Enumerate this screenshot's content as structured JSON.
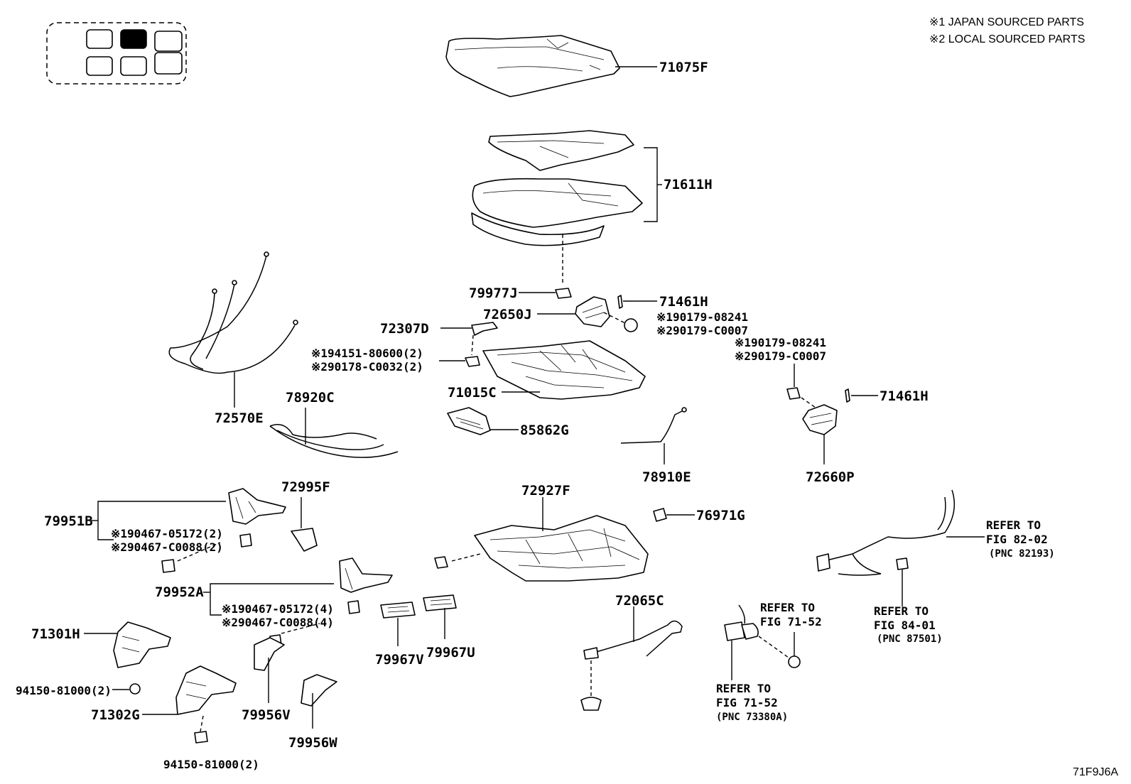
{
  "notes": {
    "line1": "※1 JAPAN SOURCED PARTS",
    "line2": "※2 LOCAL SOURCED PARTS"
  },
  "figure_code": "71F9J6A",
  "seat_locator": {
    "selected_index": 1,
    "seat_count": 6
  },
  "labels": {
    "p71075F": "71075F",
    "p71611H": "71611H",
    "p79977J": "79977J",
    "p71461H_a": "71461H",
    "p72650J": "72650J",
    "p72307D": "72307D",
    "n190179a": "※190179-08241",
    "n290179a": "※290179-C0007",
    "n190179b": "※190179-08241",
    "n290179b": "※290179-C0007",
    "n194151": "※194151-80600(2)",
    "n290178": "※290178-C0032(2)",
    "p71015C": "71015C",
    "p71461H_b": "71461H",
    "p72570E": "72570E",
    "p78920C": "78920C",
    "p85862G": "85862G",
    "p78910E": "78910E",
    "p72660P": "72660P",
    "p72995F": "72995F",
    "p72927F": "72927F",
    "p76971G": "76971G",
    "p79951B": "79951B",
    "n190467a": "※190467-05172(2)",
    "n290467a": "※290467-C0088(2)",
    "p79952A": "79952A",
    "n190467b": "※190467-05172(4)",
    "n290467b": "※290467-C0088(4)",
    "p71301H": "71301H",
    "p94150a": "94150-81000(2)",
    "p71302G": "71302G",
    "p94150b": "94150-81000(2)",
    "p79956V": "79956V",
    "p79956W": "79956W",
    "p79967V": "79967V",
    "p79967U": "79967U",
    "p72065C": "72065C",
    "ref1_a": "REFER TO",
    "ref1_b": "FIG 71-52",
    "ref2_a": "REFER TO",
    "ref2_b": "FIG 71-52",
    "ref2_c": "(PNC 73380A)",
    "ref3_a": "REFER TO",
    "ref3_b": "FIG 84-01",
    "ref3_c": "(PNC 87501)",
    "ref4_a": "REFER TO",
    "ref4_b": "FIG 82-02",
    "ref4_c": "(PNC 82193)"
  }
}
